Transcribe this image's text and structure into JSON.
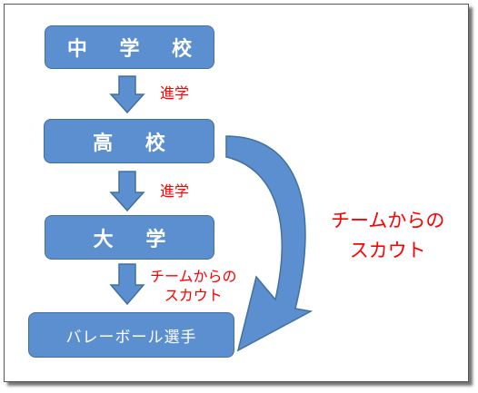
{
  "nodes": {
    "junior_high": "中 学 校",
    "high_school": "高 校",
    "university": "大 学",
    "volleyball_player": "バレーボール選手"
  },
  "labels": {
    "advance_1": "進学",
    "advance_2": "進学",
    "scout_small": [
      "チームからの",
      "スカウト"
    ],
    "scout_large": [
      "チームからの",
      "スカウト"
    ]
  },
  "colors": {
    "box_fill": "#5b8fd0",
    "box_border": "#41719c",
    "label_red": "#ff0000"
  }
}
